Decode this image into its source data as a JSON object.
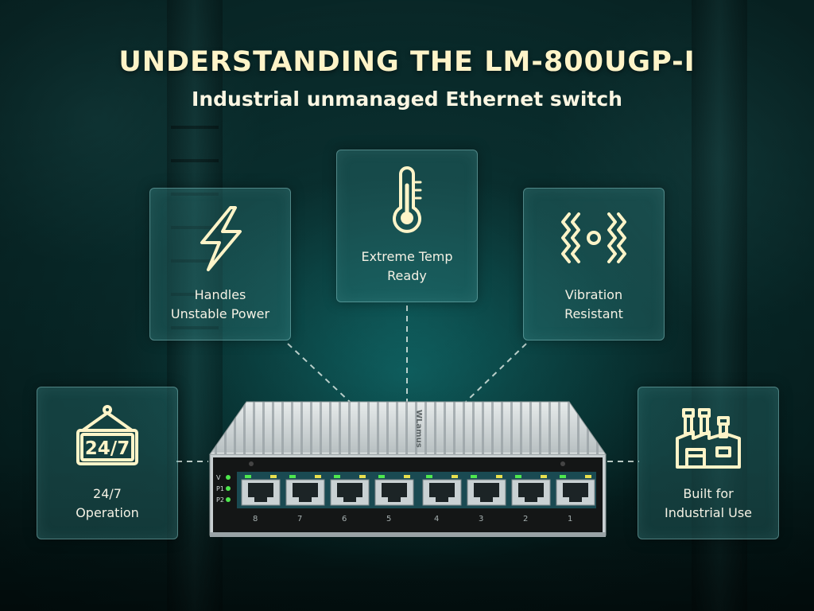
{
  "header": {
    "title": "UNDERSTANDING THE LM-800UGP-I",
    "subtitle": "Industrial unmanaged Ethernet switch"
  },
  "features": [
    {
      "icon": "lightning-bolt-icon",
      "line1": "Handles",
      "line2": "Unstable Power"
    },
    {
      "icon": "thermometer-icon",
      "line1": "Extreme Temp",
      "line2": "Ready"
    },
    {
      "icon": "vibration-icon",
      "line1": "Vibration",
      "line2": "Resistant"
    },
    {
      "icon": "24-7-sign-icon",
      "line1": "24/7",
      "line2": "Operation",
      "icon_text": "24/7"
    },
    {
      "icon": "factory-icon",
      "line1": "Built for",
      "line2": "Industrial Use"
    }
  ],
  "device": {
    "brand": "WLamus",
    "status_labels": [
      "V",
      "P1",
      "P2"
    ],
    "port_numbers": [
      "8",
      "7",
      "6",
      "5",
      "4",
      "3",
      "2",
      "1"
    ]
  },
  "colors": {
    "accent": "#fff4c8",
    "card_border": "#96d2d2",
    "led_green": "#4ee84e",
    "led_yellow": "#e8e04e",
    "background": "#0a3434"
  }
}
